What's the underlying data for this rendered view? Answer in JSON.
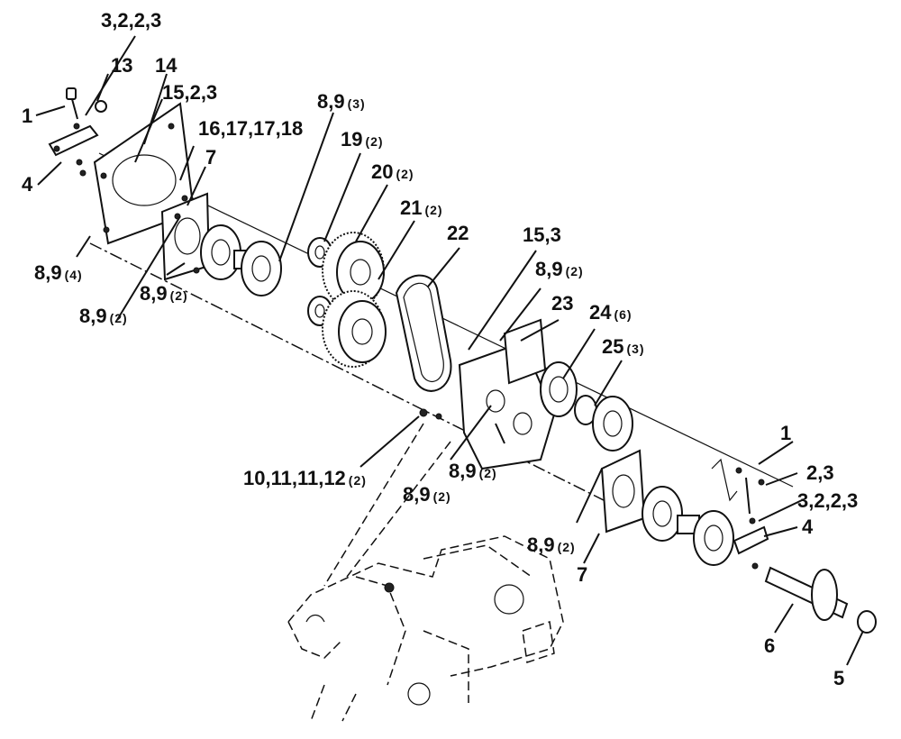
{
  "callouts": {
    "c_3223_top": {
      "num": "3,2,2,3",
      "qty": ""
    },
    "c_13": {
      "num": "13",
      "qty": ""
    },
    "c_14": {
      "num": "14",
      "qty": ""
    },
    "c_1_top": {
      "num": "1",
      "qty": ""
    },
    "c_1523": {
      "num": "15,2,3",
      "qty": ""
    },
    "c_16171718": {
      "num": "16,17,17,18",
      "qty": ""
    },
    "c_4_left": {
      "num": "4",
      "qty": ""
    },
    "c_7_top": {
      "num": "7",
      "qty": ""
    },
    "c_89_4": {
      "num": "8,9",
      "qty": "(4)"
    },
    "c_89_2_a": {
      "num": "8,9",
      "qty": "(2)"
    },
    "c_89_2_b": {
      "num": "8,9",
      "qty": "(2)"
    },
    "c_89_3": {
      "num": "8,9",
      "qty": "(3)"
    },
    "c_19": {
      "num": "19",
      "qty": "(2)"
    },
    "c_20": {
      "num": "20",
      "qty": "(2)"
    },
    "c_21": {
      "num": "21",
      "qty": "(2)"
    },
    "c_22": {
      "num": "22",
      "qty": ""
    },
    "c_153": {
      "num": "15,3",
      "qty": ""
    },
    "c_89_2_c": {
      "num": "8,9",
      "qty": "(2)"
    },
    "c_23": {
      "num": "23",
      "qty": ""
    },
    "c_24": {
      "num": "24",
      "qty": "(6)"
    },
    "c_25": {
      "num": "25",
      "qty": "(3)"
    },
    "c_10111112": {
      "num": "10,11,11,12",
      "qty": "(2)"
    },
    "c_89_2_d": {
      "num": "8,9",
      "qty": "(2)"
    },
    "c_89_2_e": {
      "num": "8,9",
      "qty": "(2)"
    },
    "c_89_2_f": {
      "num": "8,9",
      "qty": "(2)"
    },
    "c_1_right": {
      "num": "1",
      "qty": ""
    },
    "c_23_right": {
      "num": "2,3",
      "qty": ""
    },
    "c_3223_right": {
      "num": "3,2,2,3",
      "qty": ""
    },
    "c_4_right": {
      "num": "4",
      "qty": ""
    },
    "c_7_bottom": {
      "num": "7",
      "qty": ""
    },
    "c_6": {
      "num": "6",
      "qty": ""
    },
    "c_5": {
      "num": "5",
      "qty": ""
    }
  }
}
